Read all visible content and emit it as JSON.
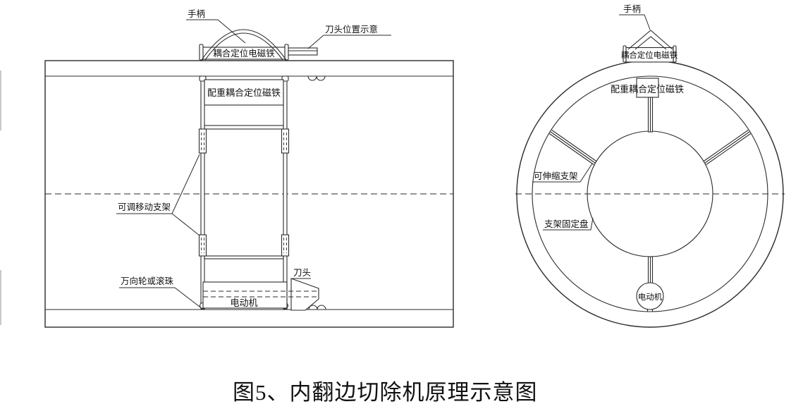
{
  "figure": {
    "caption": "图5、内翻边切除机原理示意图"
  },
  "side_view": {
    "labels": {
      "handle": "手柄",
      "cutter_position_note": "刀头位置示意",
      "coupling_electromagnet": "耦合定位电磁铁",
      "counterweight_magnet": "配重耦合定位磁铁",
      "adjustable_bracket": "可调移动支架",
      "universal_wheel": "万向轮或滚珠",
      "motor": "电动机",
      "cutter": "刀头"
    }
  },
  "cross_section_view": {
    "labels": {
      "handle": "手柄",
      "coupling_electromagnet": "耦合定位电磁铁",
      "counterweight_magnet": "配重耦合定位磁铁",
      "telescopic_bracket": "可伸缩支架",
      "bracket_fixing_plate": "支架固定盘",
      "motor": "电动机"
    }
  },
  "colors": {
    "line": "#2b2b2b",
    "background": "#ffffff"
  }
}
